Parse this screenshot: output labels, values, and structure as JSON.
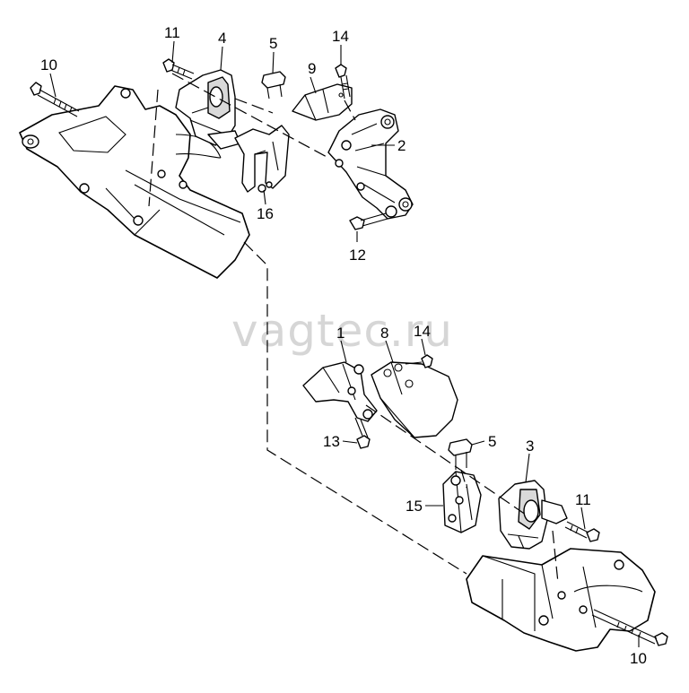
{
  "watermark": "vagtec.ru",
  "callouts": {
    "c10_top": "10",
    "c11_top": "11",
    "c4": "4",
    "c5_top": "5",
    "c9": "9",
    "c14_top": "14",
    "c2": "2",
    "c16": "16",
    "c12": "12",
    "c1": "1",
    "c8": "8",
    "c14_mid": "14",
    "c13": "13",
    "c5_bot": "5",
    "c3": "3",
    "c15": "15",
    "c11_bot": "11",
    "c10_bot": "10"
  }
}
